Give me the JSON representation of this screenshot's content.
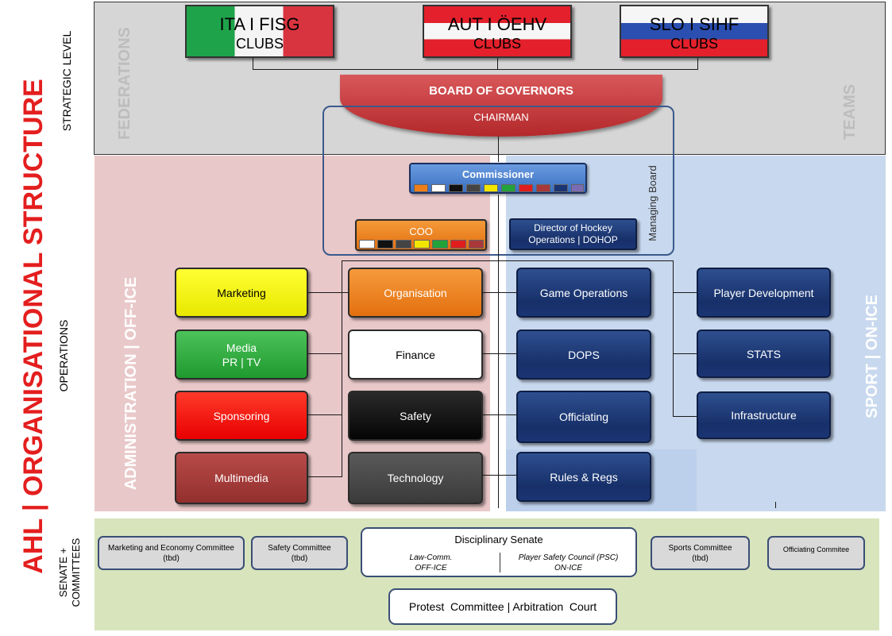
{
  "title": "AHL | ORGANISATIONAL STRUCTURE",
  "levels": {
    "strategic": "STRATEGIC LEVEL",
    "operations": "OPERATIONS",
    "senate_line1": "SENATE +",
    "senate_line2": "COMMITTEES"
  },
  "side_labels": {
    "federations": "FEDERATIONS",
    "teams": "TEAMS",
    "admin": "ADMINISTRATION | OFF-ICE",
    "sport": "SPORT | ON-ICE",
    "managing_board": "Managing Board"
  },
  "federations": [
    {
      "name": "ITA I FISG",
      "sub": "CLUBS"
    },
    {
      "name": "AUT I ÖEHV",
      "sub": "CLUBS"
    },
    {
      "name": "SLO I SIHF",
      "sub": "CLUBS"
    }
  ],
  "board": {
    "title": "BOARD OF GOVERNORS",
    "chair": "CHAIRMAN"
  },
  "commissioner": {
    "label": "Commissioner"
  },
  "coo": {
    "label": "COO"
  },
  "dohop": {
    "line1": "Director of Hockey",
    "line2": "Operations  | DOHOP"
  },
  "admin_left": [
    "Marketing",
    "Media",
    "Sponsoring",
    "Multimedia"
  ],
  "media_sub": "PR | TV",
  "admin_mid": [
    "Organisation",
    "Finance",
    "Safety",
    "Technology"
  ],
  "sport_mid": [
    "Game Operations",
    "DOPS",
    "Officiating",
    "Rules & Regs"
  ],
  "sport_right": [
    "Player Development",
    "STATS",
    "Infrastructure"
  ],
  "committees": {
    "marketing": {
      "name": "Marketing and Economy Committee",
      "sub": "(tbd)"
    },
    "safety": {
      "name": "Safety Committee",
      "sub": "(tbd)"
    },
    "disciplinary": {
      "title": "Disciplinary Senate",
      "left_line1": "Law-Comm.",
      "left_line2": "OFF-ICE",
      "right_line1": "Player Safety Council (PSC)",
      "right_line2": "ON-ICE"
    },
    "sports": {
      "name": "Sports Committee",
      "sub": "(tbd)"
    },
    "officiating": {
      "name": "Officiating Commitee"
    },
    "protest": "Protest  Committee | Arbitration  Court"
  },
  "colors": {
    "admin_bg": "#e8c8c8",
    "sport_bg": "#c9d9ef",
    "senate_bg": "#d8e4bc",
    "strategic_bg": "#d6d6d6",
    "title_red": "#e41e1e",
    "navy": "#17306a",
    "board_red": "#c0383a"
  }
}
